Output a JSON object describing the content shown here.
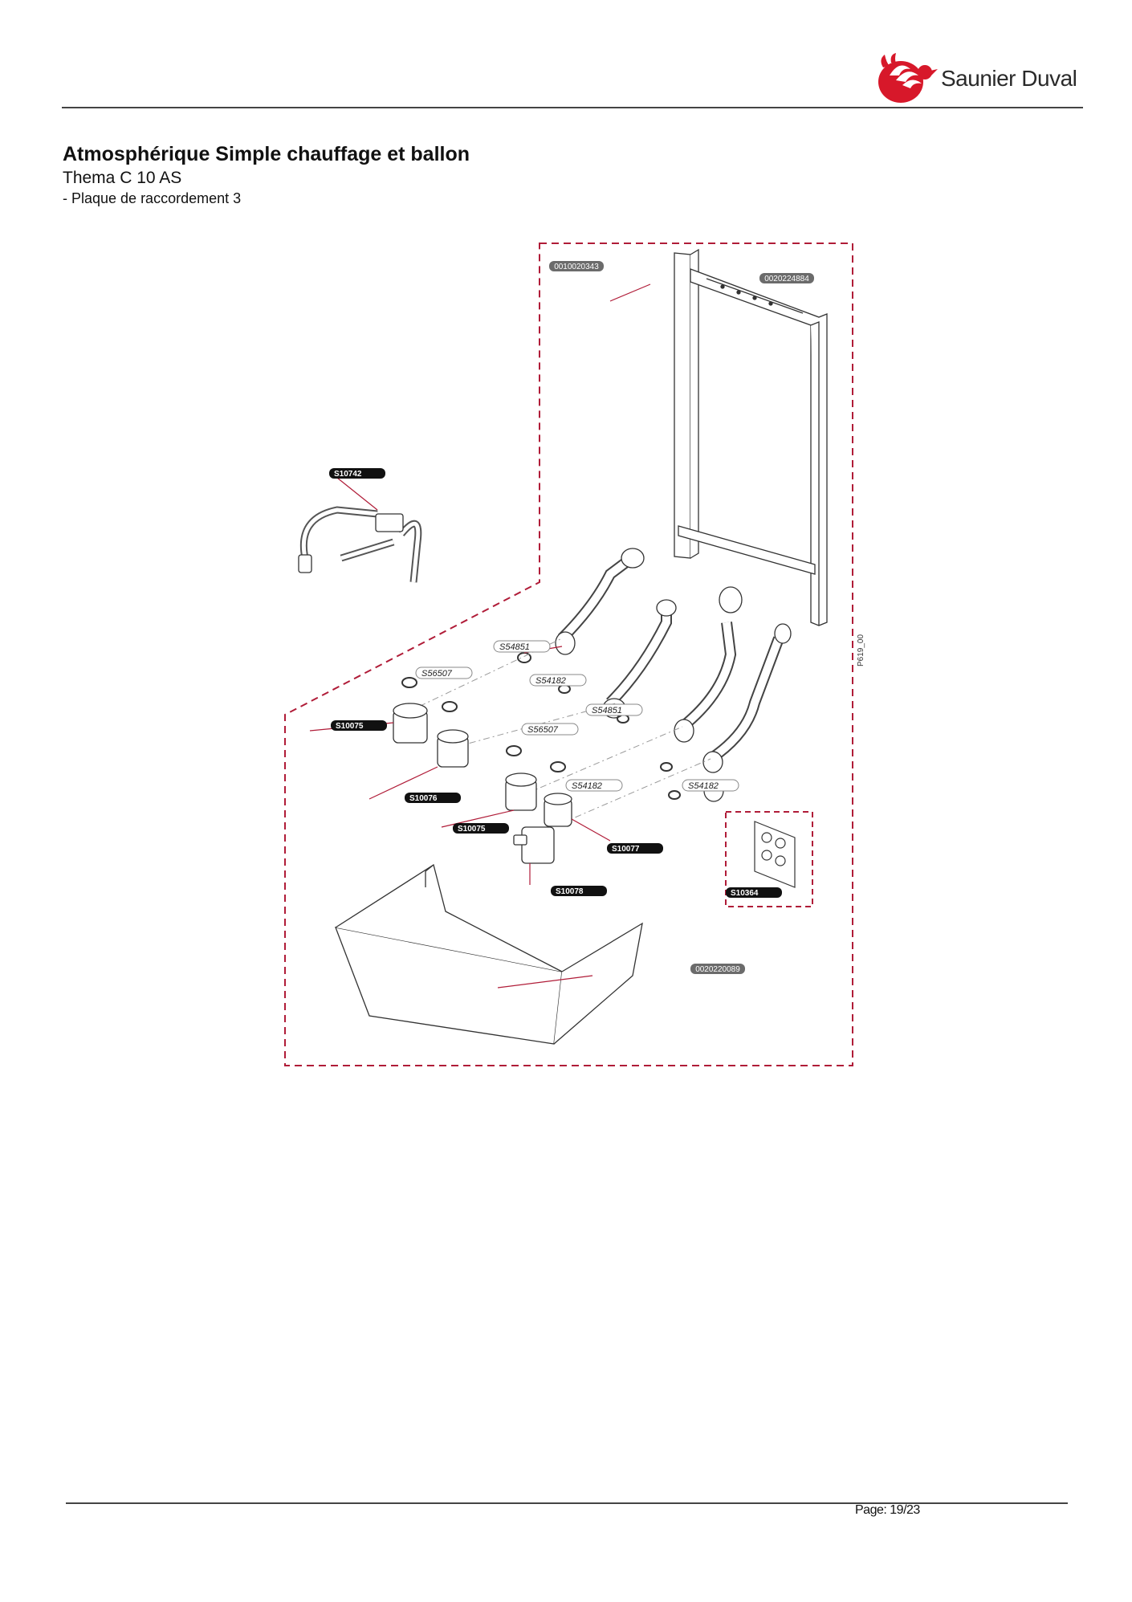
{
  "brand": {
    "name": "Saunier Duval",
    "logo_color": "#d7182a"
  },
  "document": {
    "title": "Atmosphérique Simple chauffage et ballon",
    "model": "Thema C 10 AS",
    "section": "- Plaque de raccordement 3"
  },
  "diagram": {
    "drawing_ref": "P619_00",
    "accent_color": "#b01c38",
    "part_labels_dark": [
      "S10742",
      "S10075",
      "S10076",
      "S10075",
      "S10077",
      "S10078",
      "S10364"
    ],
    "part_labels_grey": [
      "0010020343",
      "0020224884",
      "0020220089"
    ],
    "part_labels_outline": [
      "S54851",
      "S56507",
      "S54182",
      "S54851",
      "S56507",
      "S54182",
      "S54182"
    ]
  },
  "footer": {
    "page_prefix": "Page:",
    "page_current": "19",
    "page_separator": "/",
    "page_total": "23"
  }
}
